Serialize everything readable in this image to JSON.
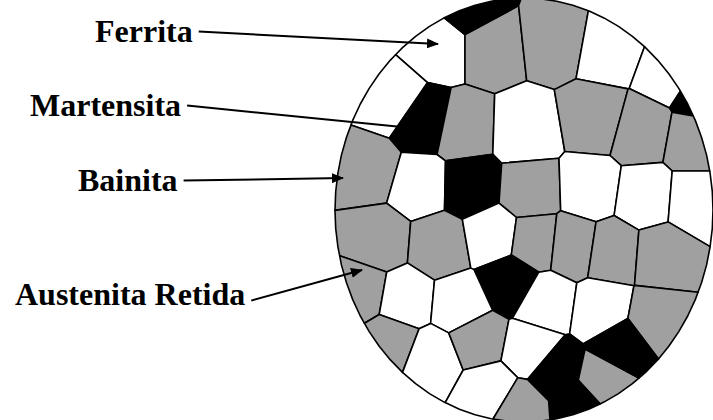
{
  "diagram": {
    "labels": [
      "Ferrita",
      "Martensita",
      "Bainita",
      "Austenita Retida"
    ]
  }
}
